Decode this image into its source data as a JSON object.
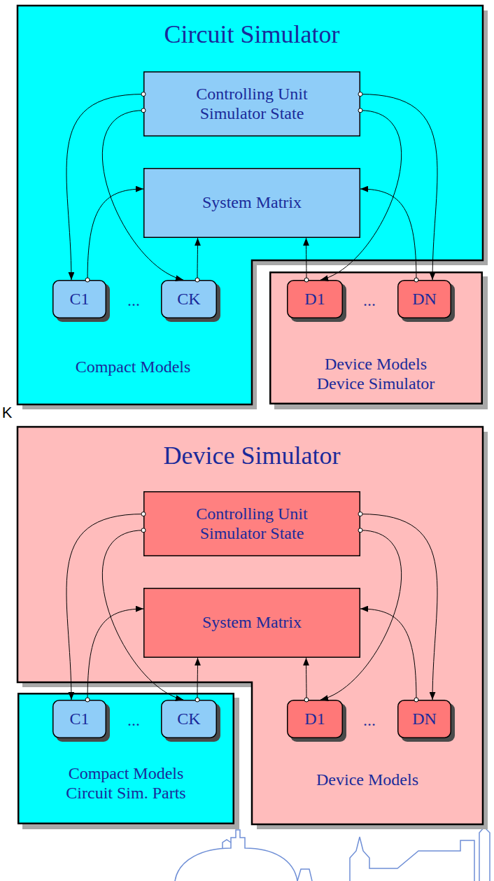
{
  "diagram": {
    "nodes": [
      {
        "text": [
          "Circuit Simulator",
          "Compact Models"
        ]
      },
      {
        "text": [
          "Controlling Unit Simulator State"
        ],
        "in": 0
      },
      {
        "text": [
          "System Matrix"
        ],
        "in": 0
      },
      {
        "text": [
          "C1"
        ],
        "in": 0
      },
      {
        "text": [
          "CK"
        ],
        "in": 0
      },
      {
        "text": [
          "Device Models Device Simulator"
        ]
      },
      {
        "text": [
          "D1"
        ],
        "in": 5
      },
      {
        "text": [
          "DN"
        ],
        "in": 5
      },
      {
        "text": [
          "Device Simulator",
          "Device Models"
        ]
      },
      {
        "text": [
          "Controlling Unit Simulator State"
        ],
        "in": 8
      },
      {
        "text": [
          "System Matrix"
        ],
        "in": 8
      },
      {
        "text": [
          "D1"
        ],
        "in": 8
      },
      {
        "text": [
          "DN"
        ],
        "in": 8
      },
      {
        "text": [
          "Compact Models Circuit Sim. Parts"
        ]
      },
      {
        "text": [
          "C1"
        ],
        "in": 13
      },
      {
        "text": [
          "CK"
        ],
        "in": 13
      }
    ],
    "edges": [
      {
        "from": 1,
        "to": 3,
        "arrow": "to"
      },
      {
        "from": 1,
        "to": 4,
        "arrow": "to"
      },
      {
        "from": 3,
        "to": 2,
        "arrow": "to"
      },
      {
        "from": 4,
        "to": 2,
        "arrow": "to"
      },
      {
        "from": 1,
        "to": 6,
        "arrow": "to"
      },
      {
        "from": 1,
        "to": 7,
        "arrow": "to"
      },
      {
        "from": 6,
        "to": 2,
        "arrow": "to"
      },
      {
        "from": 7,
        "to": 2,
        "arrow": "to"
      },
      {
        "from": 9,
        "to": 14,
        "arrow": "to"
      },
      {
        "from": 9,
        "to": 15,
        "arrow": "to"
      },
      {
        "from": 14,
        "to": 10,
        "arrow": "to"
      },
      {
        "from": 15,
        "to": 10,
        "arrow": "to"
      },
      {
        "from": 9,
        "to": 11,
        "arrow": "to"
      },
      {
        "from": 9,
        "to": 12,
        "arrow": "to"
      },
      {
        "from": 11,
        "to": 10,
        "arrow": "to"
      },
      {
        "from": 12,
        "to": 10,
        "arrow": "to"
      }
    ],
    "labels": [
      "...",
      "...",
      "...",
      "...",
      "K"
    ]
  }
}
